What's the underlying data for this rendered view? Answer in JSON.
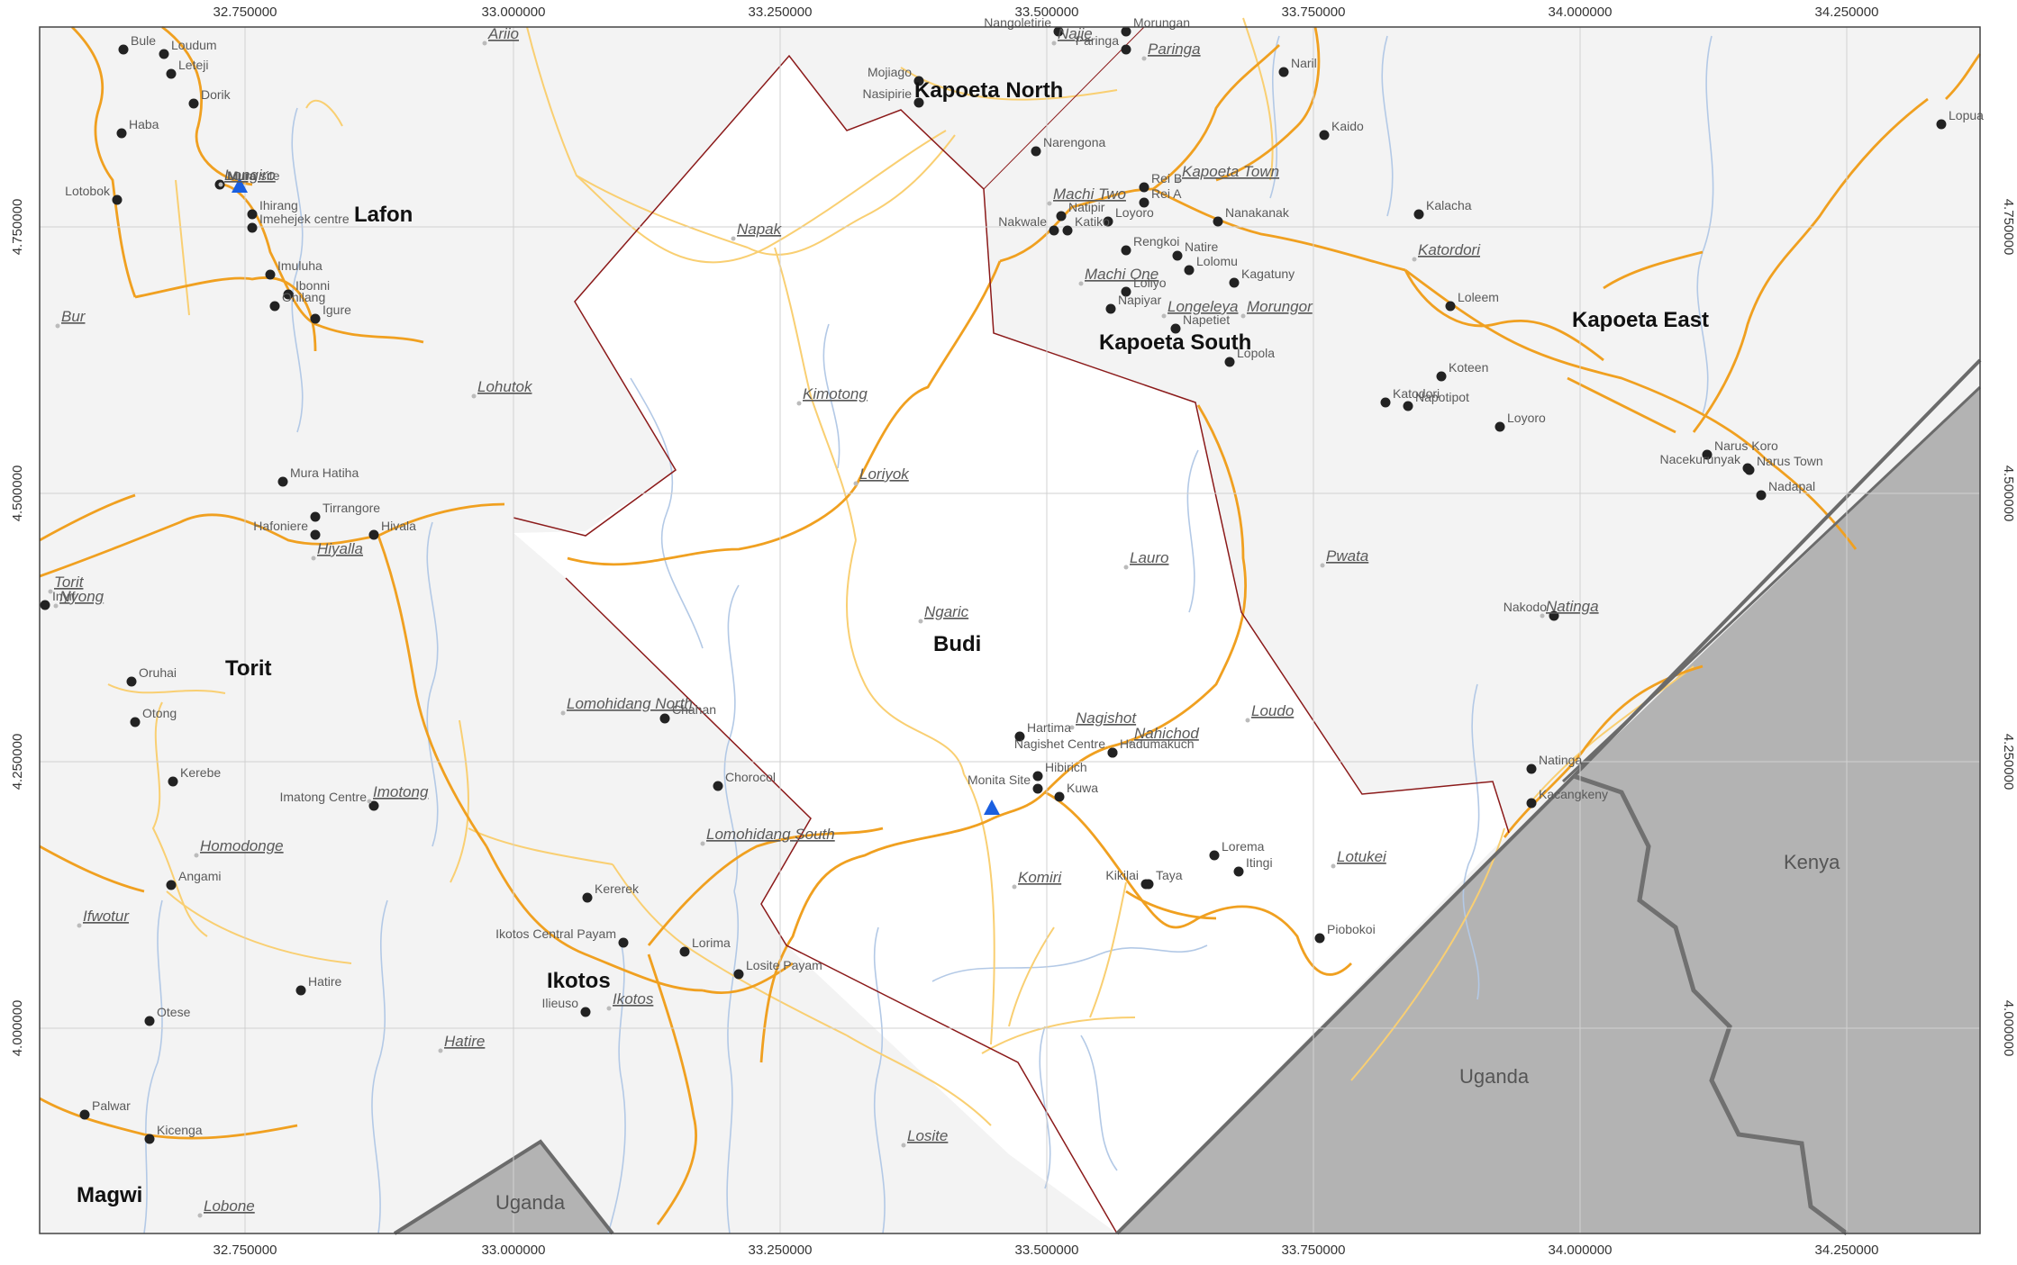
{
  "axes": {
    "x_ticks": [
      "32.750000",
      "33.000000",
      "33.250000",
      "33.500000",
      "33.750000",
      "34.000000",
      "34.250000"
    ],
    "y_ticks": [
      "4.750000",
      "4.500000",
      "4.250000",
      "4.000000"
    ]
  },
  "regions": [
    "Lafon",
    "Kapoeta North",
    "Kapoeta South",
    "Kapoeta East",
    "Torit",
    "Budi",
    "Ikotos",
    "Magwi"
  ],
  "countries": [
    "Uganda",
    "Uganda",
    "Kenya"
  ],
  "payams": [
    "Ariio",
    "Najie",
    "Paringa",
    "Longiro",
    "Napak",
    "Bur",
    "Lohutok",
    "Kimotong",
    "Loriyok",
    "Machi Two",
    "Kapoeta Town",
    "Machi One",
    "Katordori",
    "Longeleya",
    "Morungor",
    "Hiyalla",
    "Torit",
    "Nyong",
    "Lauro",
    "Pwata",
    "Ngaric",
    "Natinga",
    "Lomohidang North",
    "Nagishot",
    "Nahichod",
    "Loudo",
    "Imotong",
    "Lomohidang South",
    "Homodonge",
    "Komiri",
    "Lotukei",
    "Ifwotur",
    "Ikotos",
    "Hatire",
    "Losite",
    "Lobone"
  ],
  "places": [
    "Bule",
    "Loudum",
    "Leteji",
    "Dorik",
    "Haba",
    "Mura",
    "Mura site",
    "Lotobok",
    "Ihirang",
    "Imehejek centre",
    "Imuluha",
    "Ibonni",
    "Ohilang",
    "Igure",
    "Nangoletirie",
    "Morungan",
    "Paringa",
    "Naril",
    "Mojiago",
    "Nasipirie",
    "Kaido",
    "Narengona",
    "Rei B",
    "Rei A",
    "Natipir",
    "Loyoro",
    "Nakwale",
    "Katiko",
    "Nanakanak",
    "Kalacha",
    "Rengkoi",
    "Natire",
    "Lolomu",
    "Loliyo",
    "Kagatuny",
    "Loleem",
    "Napiyar",
    "Napetiet",
    "Lopola",
    "Koteen",
    "Katodori",
    "Napotipot",
    "Loyoro",
    "Lopua",
    "Narus Koro",
    "Nacekurunyak",
    "Narus Town",
    "Nadapal",
    "Mura Hatiha",
    "Tirrangore",
    "Hafoniere",
    "Hivala",
    "Inyif",
    "Nakodo",
    "Oruhai",
    "Otong",
    "Chahan",
    "Hartima",
    "Nagishet Centre",
    "Hadumakuch",
    "Natinga",
    "Kerebe",
    "Chorocol",
    "Hibirich",
    "Monita Site",
    "Kuwa",
    "Kacangkeny",
    "Imatong Centre",
    "Angami",
    "Lorema",
    "Itingi",
    "Kererek",
    "Kikilai",
    "Taya",
    "Ikotos Central Payam",
    "Lorima",
    "Losite Payam",
    "Piobokoi",
    "Hatire",
    "Otese",
    "Ilieuso",
    "Palwar",
    "Kicenga"
  ],
  "colors": {
    "background": "#f3f3f3",
    "budi_fill": "#ffffff",
    "border": "#8b1a1a",
    "major_road": "#f0a020",
    "minor_road": "#f9cf72",
    "river": "#b3c9e6",
    "foreign": "#b3b3b3",
    "grid": "#d0d0d0",
    "site_marker": "#1a5fe0"
  }
}
